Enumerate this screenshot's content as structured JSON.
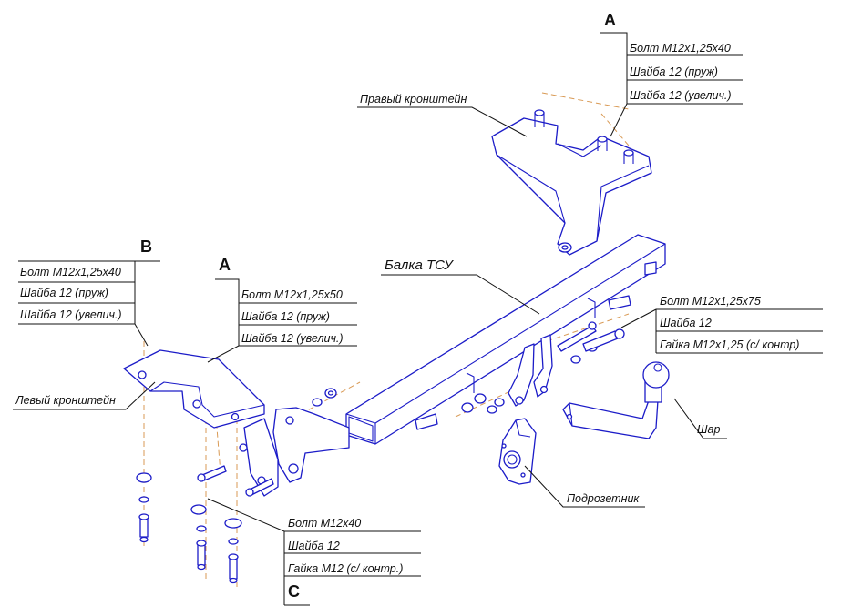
{
  "group_a_top": {
    "letter": "A",
    "items": [
      "Болт M12x1,25x40",
      "Шайба 12 (пруж)",
      "Шайба 12 (увелич.)"
    ]
  },
  "group_b": {
    "letter": "B",
    "items": [
      "Болт M12x1,25x40",
      "Шайба 12 (пруж)",
      "Шайба 12 (увелич.)"
    ]
  },
  "group_a_left": {
    "letter": "A",
    "items": [
      "Болт M12x1,25x50",
      "Шайба 12 (пруж)",
      "Шайба 12 (увелич.)"
    ]
  },
  "group_right": {
    "items": [
      "Болт M12x1,25x75",
      "Шайба 12",
      "Гайка M12x1,25 (с/ контр)"
    ]
  },
  "group_c": {
    "letter": "C",
    "items": [
      "Болт M12x40",
      "Шайба 12",
      "Гайка M12 (с/ контр.)"
    ]
  },
  "labels": {
    "right_bracket": "Правый кронштейн",
    "beam": "Балка ТСУ",
    "left_bracket": "Левый кронштейн",
    "ball": "Шар",
    "socket_plate": "Подрозетник"
  },
  "colors": {
    "parts": "#1c1cc8",
    "axis": "#d99a55",
    "text": "#111111"
  }
}
